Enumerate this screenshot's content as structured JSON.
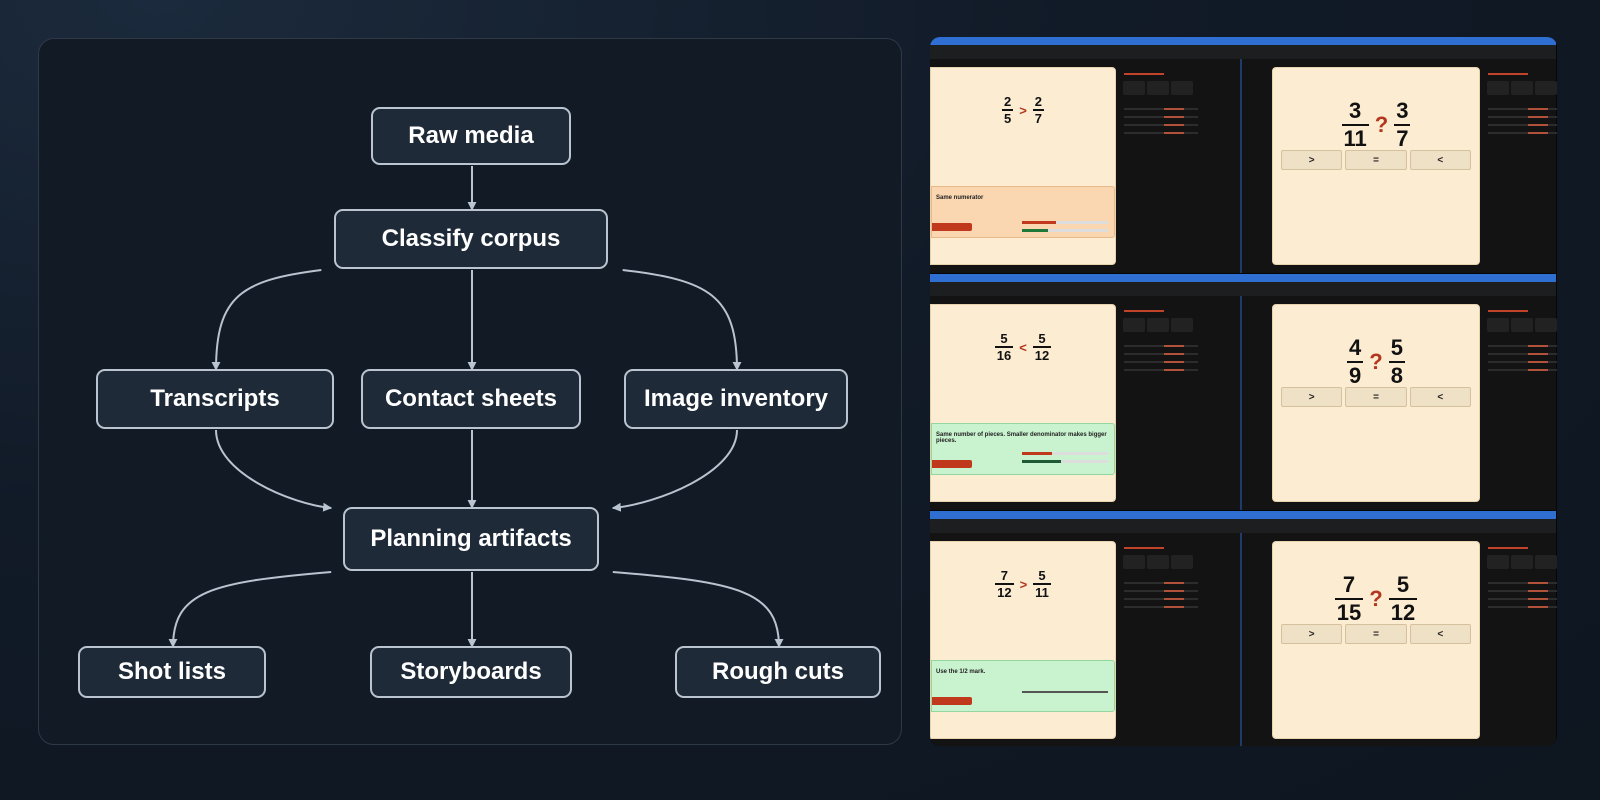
{
  "diagram": {
    "nodes": [
      {
        "id": "raw-media",
        "label": "Raw media"
      },
      {
        "id": "classify-corpus",
        "label": "Classify corpus"
      },
      {
        "id": "transcripts",
        "label": "Transcripts"
      },
      {
        "id": "contact-sheets",
        "label": "Contact sheets"
      },
      {
        "id": "image-inventory",
        "label": "Image inventory"
      },
      {
        "id": "planning-artifacts",
        "label": "Planning artifacts"
      },
      {
        "id": "shot-lists",
        "label": "Shot lists"
      },
      {
        "id": "storyboards",
        "label": "Storyboards"
      },
      {
        "id": "rough-cuts",
        "label": "Rough cuts"
      }
    ],
    "edges": [
      {
        "from": "raw-media",
        "to": "classify-corpus"
      },
      {
        "from": "classify-corpus",
        "to": "transcripts"
      },
      {
        "from": "classify-corpus",
        "to": "contact-sheets"
      },
      {
        "from": "classify-corpus",
        "to": "image-inventory"
      },
      {
        "from": "transcripts",
        "to": "planning-artifacts"
      },
      {
        "from": "contact-sheets",
        "to": "planning-artifacts"
      },
      {
        "from": "image-inventory",
        "to": "planning-artifacts"
      },
      {
        "from": "planning-artifacts",
        "to": "shot-lists"
      },
      {
        "from": "planning-artifacts",
        "to": "storyboards"
      },
      {
        "from": "planning-artifacts",
        "to": "rough-cuts"
      }
    ],
    "colors": {
      "node_fill": "#1f2a38",
      "node_border": "#b9c4d0",
      "edge": "#b9c4d0",
      "node_text": "#ffffff"
    }
  },
  "screenshots": {
    "rows": [
      {
        "left": {
          "num1": "2",
          "den1": "5",
          "op": ">",
          "num2": "2",
          "den2": "7",
          "hint": "Same numerator",
          "hint_color": "peach"
        },
        "right": {
          "num1": "3",
          "den1": "11",
          "op": "?",
          "num2": "3",
          "den2": "7"
        }
      },
      {
        "left": {
          "num1": "5",
          "den1": "16",
          "op": "<",
          "num2": "5",
          "den2": "12",
          "hint": "Same number of pieces. Smaller denominator makes bigger pieces.",
          "hint_color": "green"
        },
        "right": {
          "num1": "4",
          "den1": "9",
          "op": "?",
          "num2": "5",
          "den2": "8"
        }
      },
      {
        "left": {
          "num1": "7",
          "den1": "12",
          "op": ">",
          "num2": "5",
          "den2": "11",
          "hint": "Use the 1/2 mark.",
          "hint_color": "green"
        },
        "right": {
          "num1": "7",
          "den1": "15",
          "op": "?",
          "num2": "5",
          "den2": "12"
        }
      }
    ],
    "buttons": [
      ">",
      "=",
      "<"
    ],
    "browser_accent": "#2f6fd1",
    "card_color": "#fbecd2"
  }
}
